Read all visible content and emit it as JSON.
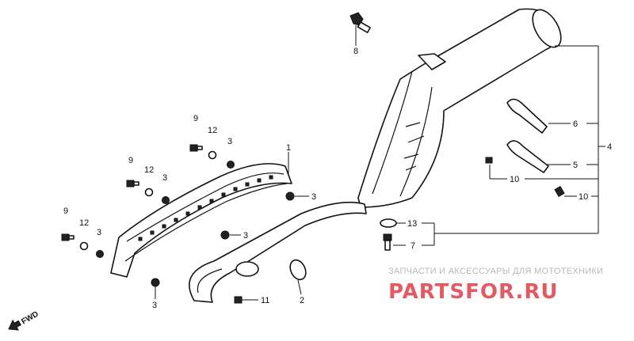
{
  "callouts": {
    "c1": "1",
    "c2": "2",
    "c3a": "3",
    "c3b": "3",
    "c3c": "3",
    "c3d": "3",
    "c3e": "3",
    "c3f": "3",
    "c4": "4",
    "c5": "5",
    "c6": "6",
    "c7": "7",
    "c8": "8",
    "c9a": "9",
    "c9b": "9",
    "c9c": "9",
    "c10a": "10",
    "c10b": "10",
    "c11": "11",
    "c12a": "12",
    "c12b": "12",
    "c12c": "12",
    "c13": "13"
  },
  "direction_label": "FWD",
  "watermark": {
    "tagline": "ЗАПЧАСТИ И АКСЕССУАРЫ ДЛЯ МОТОТЕХНИКИ",
    "brand": "PARTSFOR.RU"
  },
  "colors": {
    "brand": "#e35b62",
    "tagline": "#b9b9b9",
    "ink": "#111111"
  }
}
